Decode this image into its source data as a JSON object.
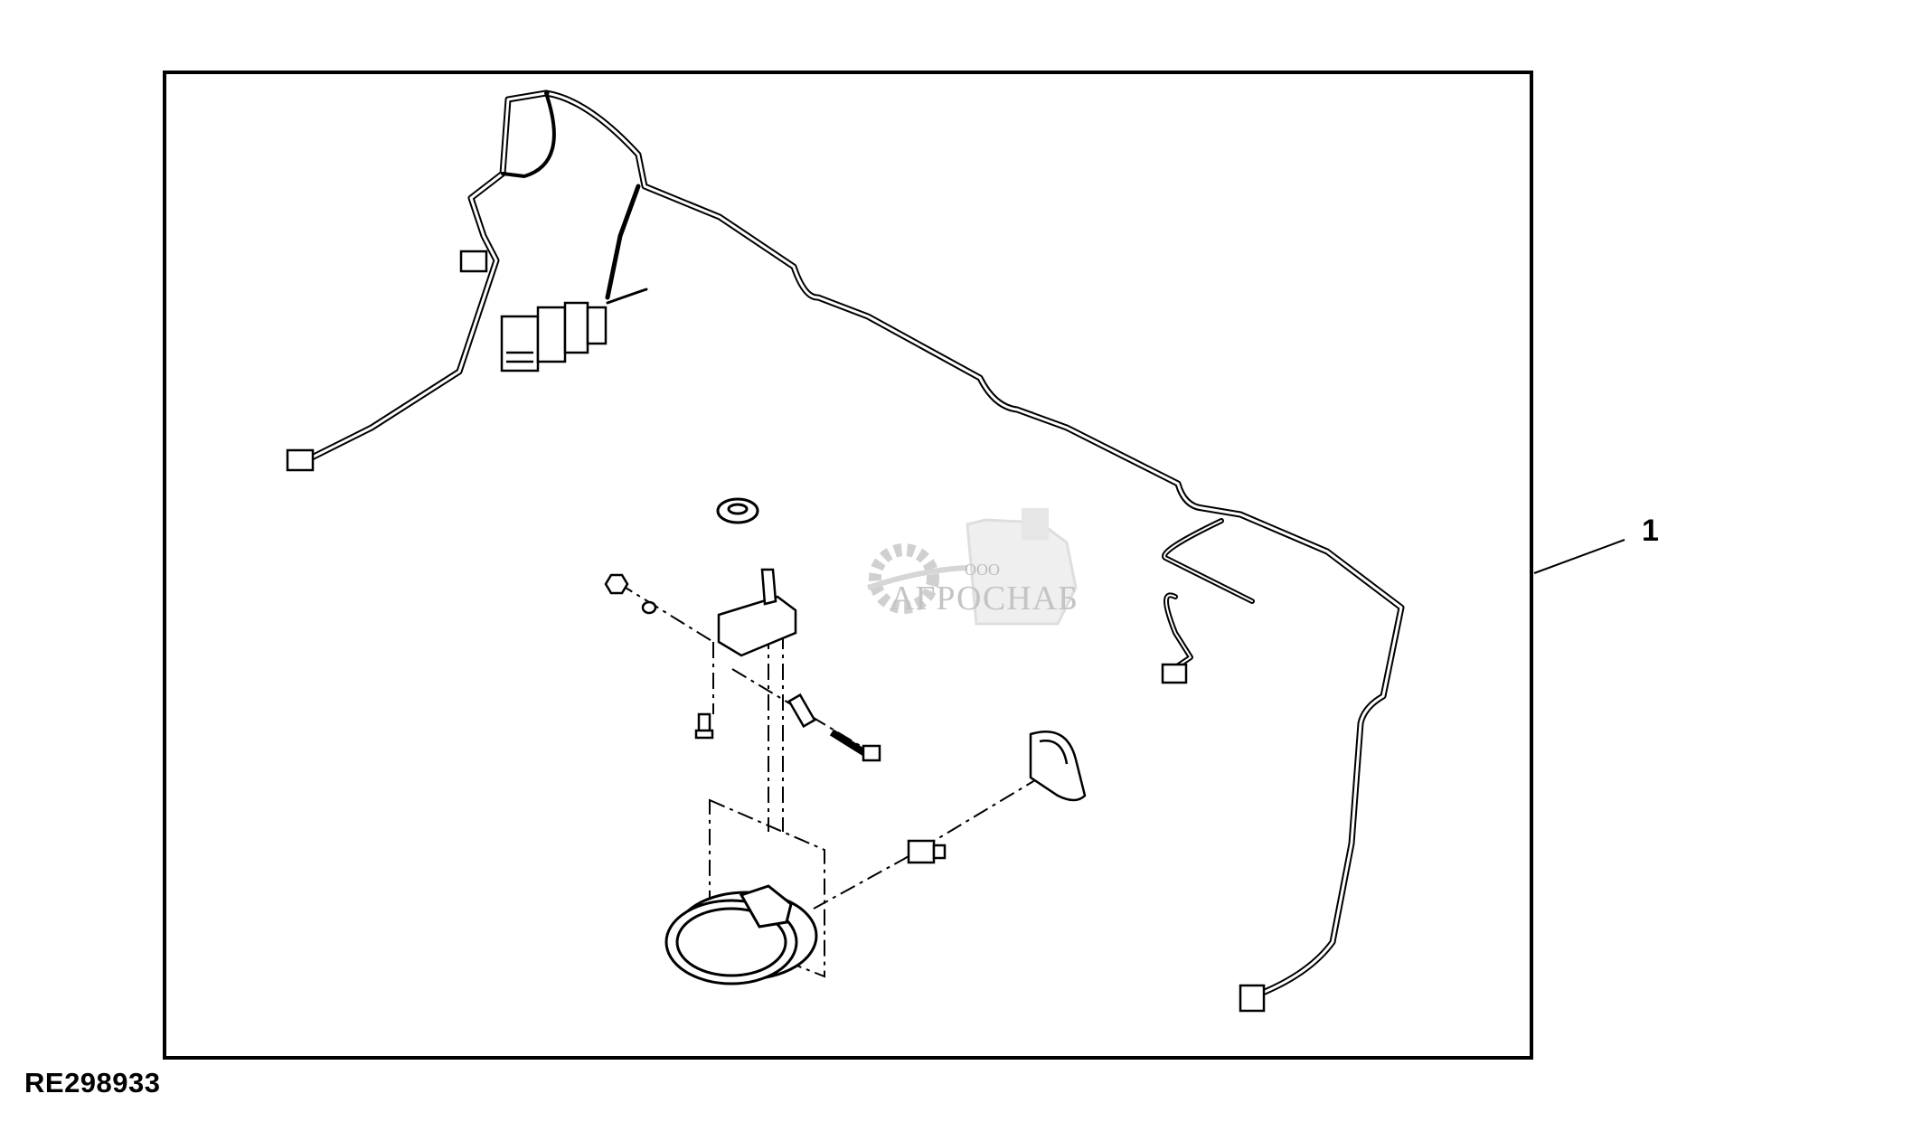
{
  "diagram": {
    "callouts": [
      {
        "label": "1"
      }
    ],
    "part_number": "RE298933",
    "watermark": {
      "prefix": "ООО",
      "name": "АГРОСНАБ"
    },
    "parts": [
      "wiring-harness",
      "relay-block",
      "grommet",
      "mounting-bracket",
      "bolt",
      "spacer",
      "nut",
      "washer",
      "fog-lamp",
      "lamp-bulb",
      "lamp-cover"
    ]
  }
}
